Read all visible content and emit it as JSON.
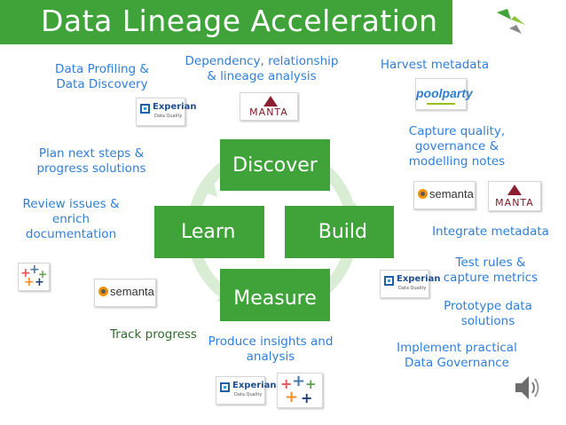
{
  "title": "Data Lineage Acceleration",
  "colors": {
    "green": "#3fa33a",
    "light_green": "#d9ecd4",
    "text_blue": "#2f7fd8",
    "text_dark_green": "#2e6b2c"
  },
  "cycle": {
    "top": "Discover",
    "right": "Build",
    "bottom": "Measure",
    "left": "Learn"
  },
  "labels": {
    "profiling": [
      "Data Profiling &",
      "Data Discovery"
    ],
    "dependency": [
      "Dependency, relationship",
      "& lineage analysis"
    ],
    "harvest": "Harvest metadata",
    "capture": [
      "Capture quality,",
      "governance &",
      "modelling notes"
    ],
    "plan": [
      "Plan next steps &",
      "progress solutions"
    ],
    "review": [
      "Review issues &",
      "enrich",
      "documentation"
    ],
    "integrate": "Integrate metadata",
    "test": [
      "Test rules &",
      "capture metrics"
    ],
    "prototype": [
      "Prototype data",
      "solutions"
    ],
    "track": "Track progress",
    "produce": [
      "Produce insights and",
      "analysis"
    ],
    "implement": [
      "Implement practical",
      "Data Governance"
    ]
  },
  "logos": {
    "experian": "Experian",
    "experian_sub": "Data Quality",
    "manta": "MANTA",
    "semanta": "semanta",
    "poolparty": "poolparty"
  },
  "icons": [
    "speaker-icon",
    "brand-mark-icon",
    "tableau-logo-icon"
  ]
}
